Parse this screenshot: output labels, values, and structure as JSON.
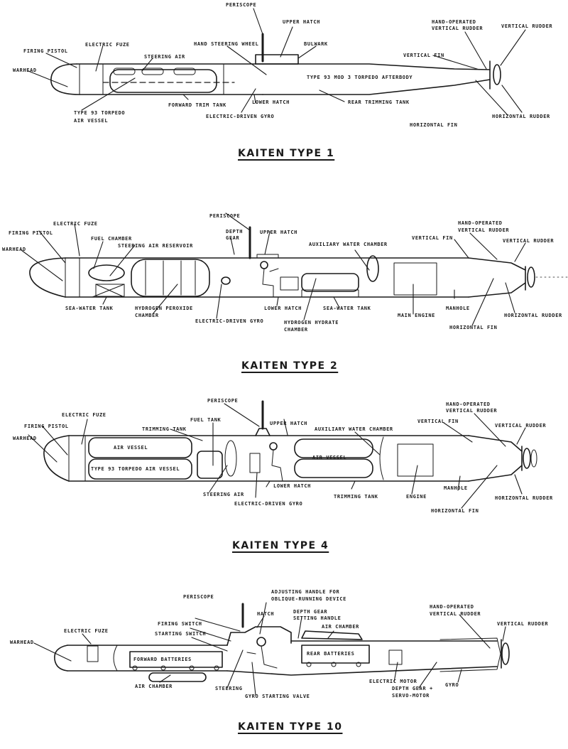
{
  "document": {
    "title": "Kaiten manned torpedo cutaway diagrams",
    "panels": [
      {
        "title": "KAITEN TYPE 1",
        "labels": {
          "periscope": "Periscope",
          "upper_hatch": "Upper hatch",
          "hand_steering_wheel": "Hand steering wheel",
          "bulwark": "Bulwark",
          "hand_operated_vertical_rudder": "Hand-operated vertical rudder",
          "vertical_rudder": "Vertical rudder",
          "firing_pistol": "Firing pistol",
          "electric_fuze": "Electric fuze",
          "steering_air": "Steering air",
          "warhead": "Warhead",
          "vertical_fin": "Vertical fin",
          "type93_afterbody": "Type 93 Mod 3 torpedo afterbody",
          "lower_hatch": "Lower hatch",
          "forward_trim_tank": "Forward trim tank",
          "rear_trimming_tank": "Rear trimming tank",
          "type93_air_vessel_1": "Type 93 torpedo",
          "type93_air_vessel_2": "air vessel",
          "electric_driven_gyro": "Electric-driven gyro",
          "horizontal_rudder": "Horizontal rudder",
          "horizontal_fin": "Horizontal fin"
        }
      },
      {
        "title": "KAITEN TYPE 2",
        "labels": {
          "periscope": "Periscope",
          "electric_fuze": "Electric fuze",
          "upper_hatch": "Upper hatch",
          "hand_operated_vertical_rudder_1": "Hand-operated",
          "hand_operated_vertical_rudder_2": "vertical rudder",
          "firing_pistol": "Firing pistol",
          "fuel_chamber": "Fuel chamber",
          "depth_gear_1": "Depth",
          "depth_gear_2": "gear",
          "vertical_fin": "Vertical fin",
          "vertical_rudder": "Vertical rudder",
          "steering_air_reservoir": "Steering air reservoir",
          "auxiliary_water_chamber": "Auxiliary water chamber",
          "warhead": "Warhead",
          "sea_water_tank_fwd": "Sea-water tank",
          "hydrogen_peroxide_chamber_1": "Hydrogen peroxide",
          "hydrogen_peroxide_chamber_2": "chamber",
          "lower_hatch": "Lower hatch",
          "sea_water_tank_aft": "Sea-water tank",
          "main_engine": "Main engine",
          "manhole": "Manhole",
          "horizontal_rudder": "Horizontal rudder",
          "electric_driven_gyro": "Electric-driven gyro",
          "hydrogen_hydrate_chamber_1": "Hydrogen hydrate",
          "hydrogen_hydrate_chamber_2": "chamber",
          "horizontal_fin": "Horizontal fin"
        }
      },
      {
        "title": "KAITEN TYPE 4",
        "labels": {
          "periscope": "Periscope",
          "hand_operated_vertical_rudder_1": "Hand-operated",
          "hand_operated_vertical_rudder_2": "vertical rudder",
          "electric_fuze": "Electric fuze",
          "fuel_tank": "Fuel tank",
          "upper_hatch": "Upper hatch",
          "firing_pistol": "Firing pistol",
          "trimming_tank_fwd": "Trimming tank",
          "auxiliary_water_chamber": "Auxiliary water chamber",
          "vertical_fin": "Vertical fin",
          "vertical_rudder": "Vertical rudder",
          "warhead": "Warhead",
          "air_vessel_upper": "Air vessel",
          "type93_air_vessel": "Type 93 torpedo air vessel",
          "air_vessel_aft": "Air vessel",
          "lower_hatch": "Lower hatch",
          "steering_air": "Steering air",
          "trimming_tank_aft": "Trimming tank",
          "engine": "Engine",
          "manhole": "Manhole",
          "horizontal_rudder": "Horizontal rudder",
          "electric_driven_gyro": "Electric-driven gyro",
          "horizontal_fin": "Horizontal fin"
        }
      },
      {
        "title": "KAITEN TYPE 10",
        "labels": {
          "periscope": "Periscope",
          "adjusting_handle_1": "Adjusting handle for",
          "adjusting_handle_2": "oblique-running device",
          "hatch": "Hatch",
          "depth_gear_setting_1": "Depth gear",
          "depth_gear_setting_2": "setting handle",
          "hand_operated_vertical_rudder_1": "Hand-operated",
          "hand_operated_vertical_rudder_2": "vertical rudder",
          "firing_switch": "Firing switch",
          "starting_switch": "Starting switch",
          "air_chamber_top": "Air chamber",
          "vertical_rudder": "Vertical rudder",
          "electric_fuze": "Electric fuze",
          "warhead": "Warhead",
          "forward_batteries": "Forward batteries",
          "rear_batteries": "Rear batteries",
          "air_chamber_bottom": "Air chamber",
          "steering": "Steering",
          "gyro_starting_valve": "Gyro starting valve",
          "electric_motor": "Electric motor",
          "depth_gear_servo_1": "Depth gear +",
          "depth_gear_servo_2": "servo-motor",
          "gyro": "Gyro"
        }
      }
    ]
  }
}
